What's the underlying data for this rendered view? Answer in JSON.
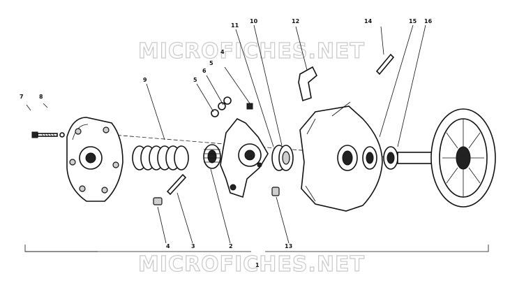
{
  "watermark": {
    "top": "MICROFICHES.NET",
    "bottom": "MICROFICHES.NET"
  },
  "assembly_label": "1",
  "callouts": [
    {
      "id": "c1",
      "label": "1"
    },
    {
      "id": "c2",
      "label": "2"
    },
    {
      "id": "c3",
      "label": "3"
    },
    {
      "id": "c4a",
      "label": "4"
    },
    {
      "id": "c4b",
      "label": "4"
    },
    {
      "id": "c5a",
      "label": "5"
    },
    {
      "id": "c5b",
      "label": "5"
    },
    {
      "id": "c6",
      "label": "6"
    },
    {
      "id": "c7",
      "label": "7"
    },
    {
      "id": "c8",
      "label": "8"
    },
    {
      "id": "c9",
      "label": "9"
    },
    {
      "id": "c10",
      "label": "10"
    },
    {
      "id": "c11",
      "label": "11"
    },
    {
      "id": "c12",
      "label": "12"
    },
    {
      "id": "c13",
      "label": "13"
    },
    {
      "id": "c14",
      "label": "14"
    },
    {
      "id": "c15",
      "label": "15"
    },
    {
      "id": "c16",
      "label": "16"
    }
  ]
}
